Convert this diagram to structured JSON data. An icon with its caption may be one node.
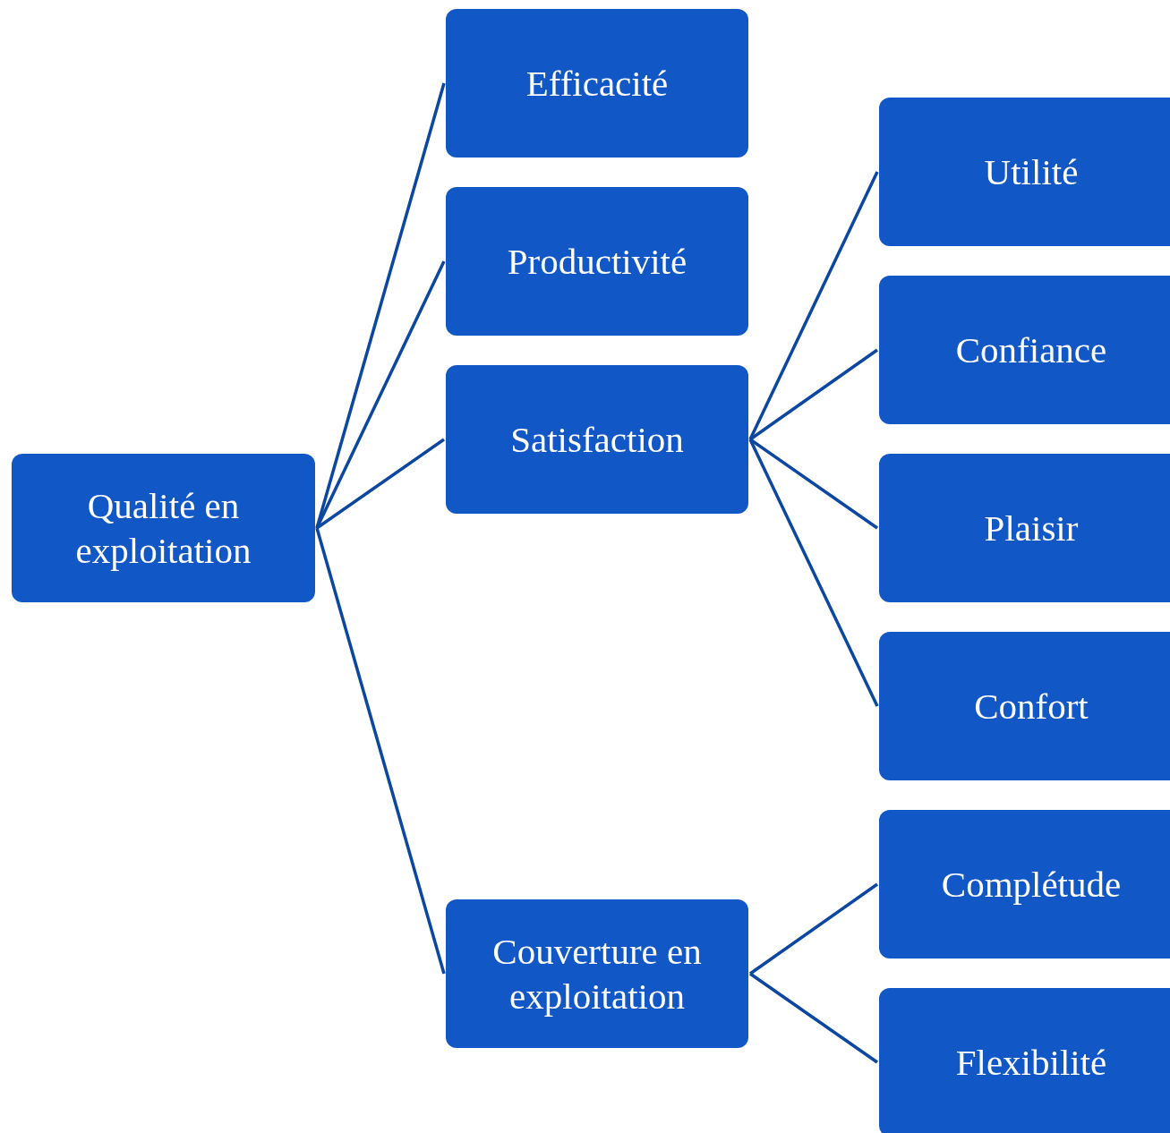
{
  "diagram": {
    "nodes": [
      {
        "text": [
          "Qualité en exploitation"
        ]
      },
      {
        "text": [
          "Efficacité"
        ]
      },
      {
        "text": [
          "Productivité"
        ]
      },
      {
        "text": [
          "Satisfaction"
        ]
      },
      {
        "text": [
          "Couverture en exploitation"
        ]
      },
      {
        "text": [
          "Utilité"
        ]
      },
      {
        "text": [
          "Confiance"
        ]
      },
      {
        "text": [
          "Plaisir"
        ]
      },
      {
        "text": [
          "Confort"
        ]
      },
      {
        "text": [
          "Complétude"
        ]
      },
      {
        "text": [
          "Flexibilité"
        ]
      }
    ],
    "edges": [
      {
        "from": 0,
        "to": 1,
        "arrow": "none"
      },
      {
        "from": 0,
        "to": 2,
        "arrow": "none"
      },
      {
        "from": 0,
        "to": 3,
        "arrow": "none"
      },
      {
        "from": 0,
        "to": 4,
        "arrow": "none"
      },
      {
        "from": 3,
        "to": 5,
        "arrow": "none"
      },
      {
        "from": 3,
        "to": 6,
        "arrow": "none"
      },
      {
        "from": 3,
        "to": 7,
        "arrow": "none"
      },
      {
        "from": 3,
        "to": 8,
        "arrow": "none"
      },
      {
        "from": 4,
        "to": 9,
        "arrow": "none"
      },
      {
        "from": 4,
        "to": 10,
        "arrow": "none"
      }
    ]
  }
}
